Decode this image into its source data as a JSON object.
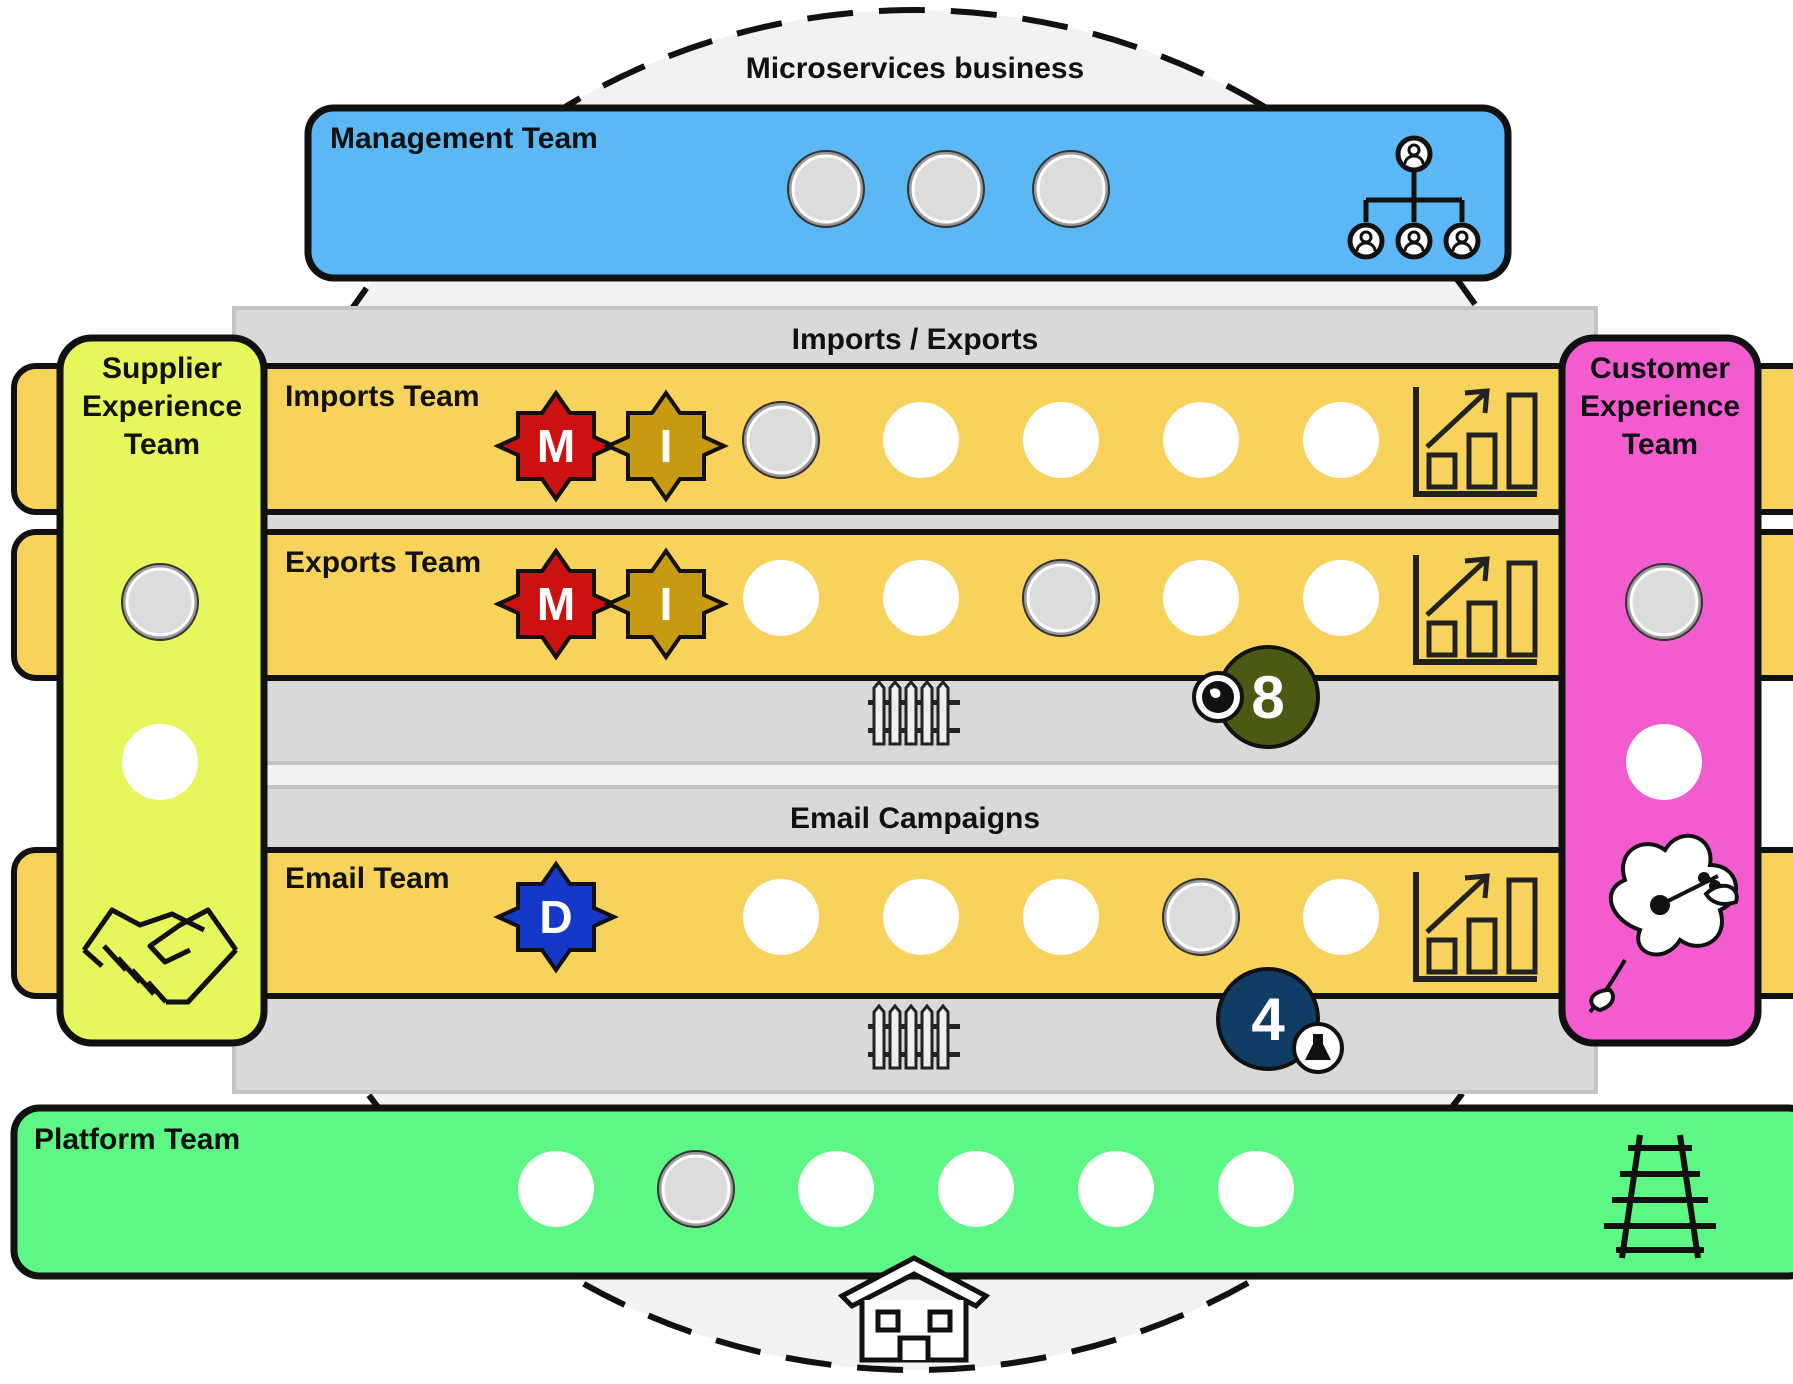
{
  "business": {
    "title": "Microservices business"
  },
  "management": {
    "title": "Management Team",
    "faces": [
      "grinning-sweat-face",
      "money-mouth-face",
      "rolling-eyes-face"
    ],
    "icon": "org-chart-icon"
  },
  "area_imports_exports": {
    "title": "Imports / Exports"
  },
  "imports": {
    "title": "Imports Team",
    "badges": [
      "M",
      "I"
    ],
    "icon": "growth-chart-icon"
  },
  "exports": {
    "title": "Exports Team",
    "badges": [
      "M",
      "I"
    ],
    "icon": "growth-chart-icon"
  },
  "email_area": {
    "title": "Email Campaigns"
  },
  "email": {
    "title": "Email Team",
    "badges": [
      "D"
    ],
    "icon": "growth-chart-icon"
  },
  "supplier": {
    "title_lines": [
      "Supplier",
      "Experience",
      "Team"
    ],
    "icon": "handshake-icon"
  },
  "customer": {
    "title_lines": [
      "Customer",
      "Experience",
      "Team"
    ],
    "icon": "hibiscus-icon"
  },
  "platform": {
    "title": "Platform Team",
    "icon": "railway-track-icon"
  },
  "markers": [
    {
      "value": "8",
      "icon": "globe-icon",
      "color": "#4a5a12"
    },
    {
      "value": "4",
      "icon": "flask-icon",
      "color": "#0f3d63"
    }
  ],
  "colors": {
    "management": "#5bb8f5",
    "stream_team": "#f7d35c",
    "supplier": "#e6f75b",
    "customer": "#f35ccf",
    "platform": "#5df786",
    "area": "#d9d9d9",
    "badge_m": "#cc1111",
    "badge_i": "#c79a12",
    "badge_d": "#1638c8"
  }
}
